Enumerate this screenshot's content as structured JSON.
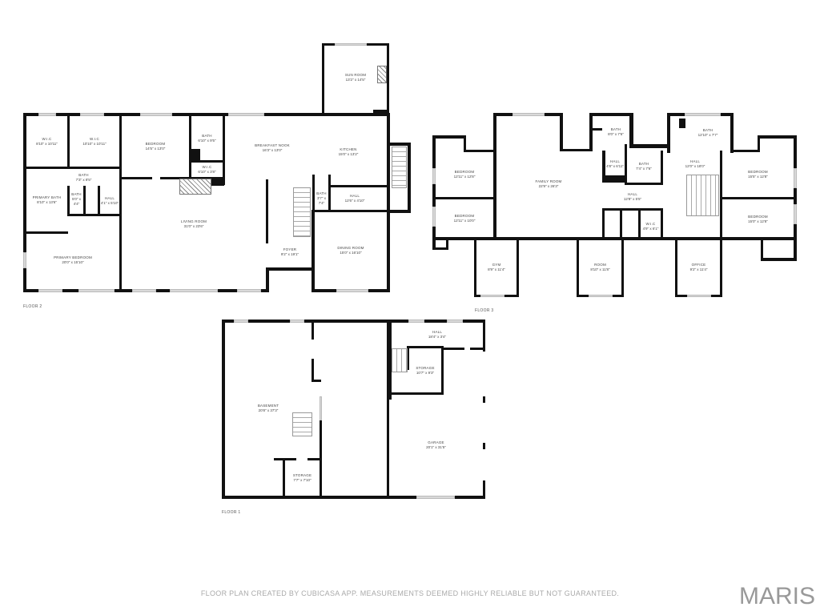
{
  "floors": [
    {
      "label": "FLOOR 2",
      "rooms": [
        {
          "name": "W.I.C",
          "dims": "8'10\" x 10'11\""
        },
        {
          "name": "W.I.C",
          "dims": "10'10\" x 10'11\""
        },
        {
          "name": "BEDROOM",
          "dims": "14'5\" x 13'0\""
        },
        {
          "name": "BATH",
          "dims": "6'10\" x 9'5\""
        },
        {
          "name": "W.I.C",
          "dims": "6'10\" x 3'8\""
        },
        {
          "name": "BREAKFAST NOOK",
          "dims": "16'3\" x 13'0\""
        },
        {
          "name": "KITCHEN",
          "dims": "15'0\" x 13'2\""
        },
        {
          "name": "SUN ROOM",
          "dims": "13'2\" x 14'5\""
        },
        {
          "name": "PRIMARY BATH",
          "dims": "8'10\" x 13'6\""
        },
        {
          "name": "BATH",
          "dims": "7'3\" x 8'5\""
        },
        {
          "name": "BATH",
          "dims": "5'0\" x 4'4\""
        },
        {
          "name": "HALL",
          "dims": "4'1\" x 5'10\""
        },
        {
          "name": "BATH",
          "dims": "3'7\" x 7'4\""
        },
        {
          "name": "HALL",
          "dims": "12'6\" x 4'10\""
        },
        {
          "name": "LIVING ROOM",
          "dims": "31'0\" x 23'6\""
        },
        {
          "name": "FOYER",
          "dims": "9'2\" x 19'1\""
        },
        {
          "name": "DINING ROOM",
          "dims": "15'0\" x 16'10\""
        },
        {
          "name": "PRIMARY BEDROOM",
          "dims": "20'0\" x 15'10\""
        }
      ]
    },
    {
      "label": "FLOOR 3",
      "rooms": [
        {
          "name": "BEDROOM",
          "dims": "12'11\" x 12'8\""
        },
        {
          "name": "BEDROOM",
          "dims": "12'11\" x 10'0\""
        },
        {
          "name": "FAMILY ROOM",
          "dims": "22'9\" x 26'3\""
        },
        {
          "name": "BATH",
          "dims": "8'0\" x 7'6\""
        },
        {
          "name": "HALL",
          "dims": "4'8\" x 6'11\""
        },
        {
          "name": "BATH",
          "dims": "7'4\" x 7'6\""
        },
        {
          "name": "HALL",
          "dims": "12'8\" x 5'5\""
        },
        {
          "name": "W.I.C",
          "dims": "4'9\" x 6'1\""
        },
        {
          "name": "BATH",
          "dims": "12'10\" x 7'7\""
        },
        {
          "name": "HALL",
          "dims": "12'0\" x 18'0\""
        },
        {
          "name": "BEDROOM",
          "dims": "15'5\" x 12'8\""
        },
        {
          "name": "BEDROOM",
          "dims": "15'0\" x 12'8\""
        },
        {
          "name": "GYM",
          "dims": "8'9\" x 11'4\""
        },
        {
          "name": "ROOM",
          "dims": "8'10\" x 11'8\""
        },
        {
          "name": "OFFICE",
          "dims": "9'2\" x 11'4\""
        }
      ]
    },
    {
      "label": "FLOOR 1",
      "rooms": [
        {
          "name": "BASEMENT",
          "dims": "20'8\" x 37'3\""
        },
        {
          "name": "STORAGE",
          "dims": "7'7\" x 7'10\""
        },
        {
          "name": "HALL",
          "dims": "18'4\" x 3'4\""
        },
        {
          "name": "STORAGE",
          "dims": "10'7\" x 9'3\""
        },
        {
          "name": "GARAGE",
          "dims": "20'1\" x 31'5\""
        }
      ]
    }
  ],
  "footer": {
    "disclaimer": "FLOOR PLAN CREATED BY CUBICASA APP. MEASUREMENTS DEEMED HIGHLY RELIABLE BUT NOT GUARANTEED.",
    "logo": "MARIS"
  },
  "colors": {
    "wall": "#111111",
    "window": "#d9d9d9",
    "text": "#444444",
    "footer": "#aaaaaa"
  }
}
